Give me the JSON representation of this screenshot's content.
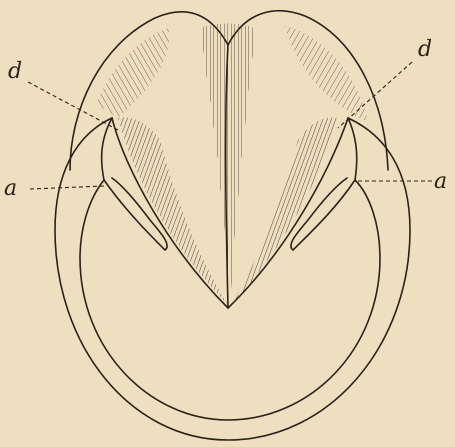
{
  "figure": {
    "labels": {
      "d_left": "d",
      "d_right": "d",
      "a_left": "a",
      "a_right": "a"
    },
    "colors": {
      "paper": "#efdfc1",
      "ink": "#2b2218"
    }
  }
}
